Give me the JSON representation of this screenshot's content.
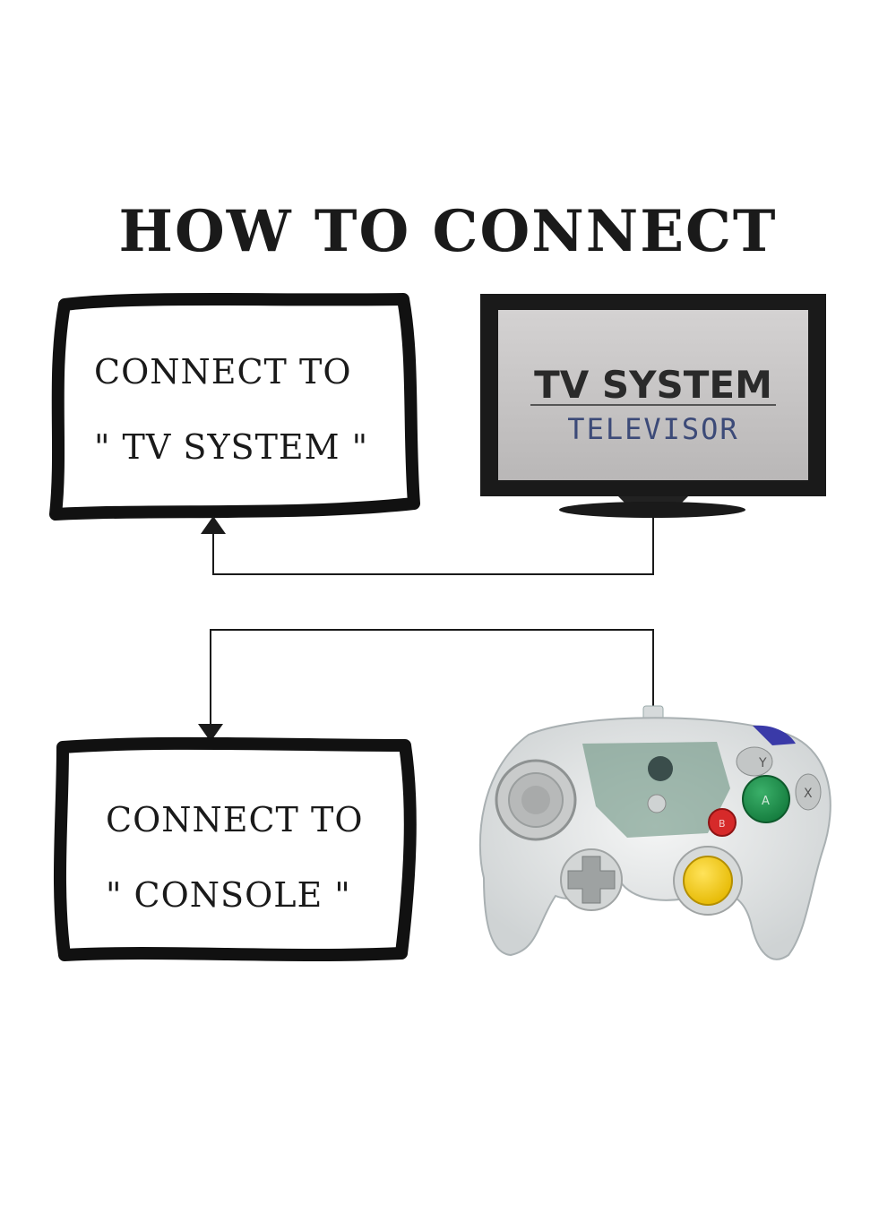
{
  "title": "HOW TO CONNECT",
  "top_box": {
    "line1": "CONNECT TO",
    "line2": "\" TV  SYSTEM \""
  },
  "bottom_box": {
    "line1": "CONNECT TO",
    "line2": "\" CONSOLE \""
  },
  "tv": {
    "title": "TV SYSTEM",
    "subtitle": "TELEVISOR"
  },
  "controller": {
    "buttons": [
      "Y",
      "X",
      "A",
      "B"
    ]
  }
}
